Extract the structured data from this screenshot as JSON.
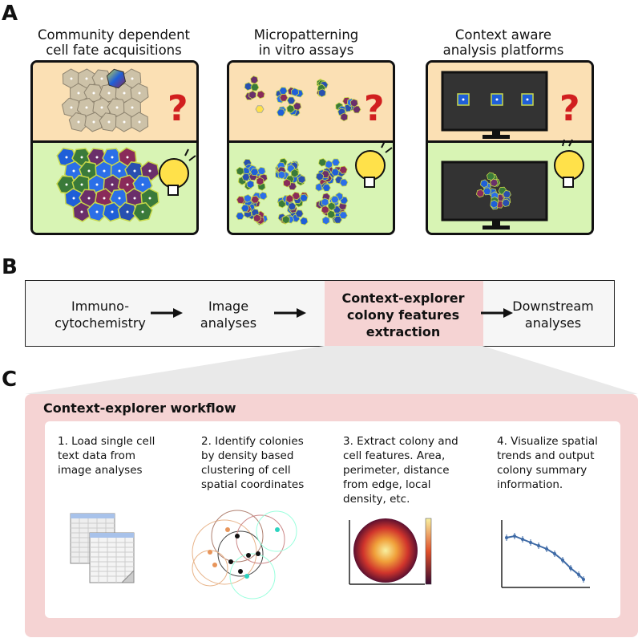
{
  "panels": {
    "a": "A",
    "b": "B",
    "c": "C"
  },
  "section_a": {
    "columns": [
      {
        "title": "Community dependent\ncell fate acquisitions"
      },
      {
        "title": "Micropatterning\nin vitro assays"
      },
      {
        "title": "Context aware\nanalysis platforms"
      }
    ],
    "question_mark": "?"
  },
  "section_b": {
    "steps": [
      {
        "label": "Immuno-\ncytochemistry"
      },
      {
        "label": "Image\nanalyses"
      },
      {
        "label": "Context-explorer\ncolony features\nextraction"
      },
      {
        "label": "Downstream\nanalyses"
      }
    ]
  },
  "section_c": {
    "title": "Context-explorer workflow",
    "steps": [
      {
        "text": "1. Load single cell\ntext data from\nimage analyses",
        "icon": "spreadsheet-icon"
      },
      {
        "text": "2. Identify colonies\nby density based\nclustering of cell\nspatial coordinates",
        "icon": "clustering-icon"
      },
      {
        "text": "3. Extract colony and\ncell features. Area,\nperimeter, distance\nfrom edge, local\ndensity, etc.",
        "icon": "heatmap-icon"
      },
      {
        "text": "4. Visualize spatial\ntrends and output\ncolony summary\ninformation.",
        "icon": "line-plot-icon"
      }
    ]
  },
  "colors": {
    "top_bg": "#fbe0b4",
    "bottom_bg": "#d8f4b4",
    "highlight": "#f5d3d3",
    "question": "#d11f1f",
    "cell_blue": "#1f5fd8",
    "line_blue": "#3e6aa6"
  }
}
